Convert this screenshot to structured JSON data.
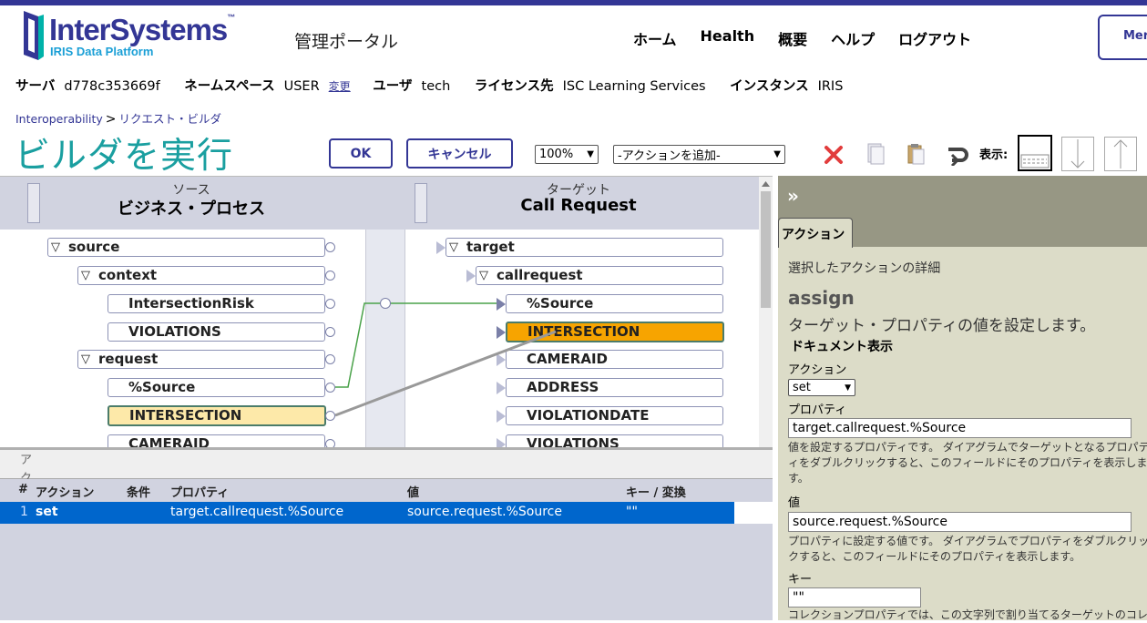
{
  "header": {
    "logo_title": "InterSystems",
    "logo_tm": "™",
    "logo_subtitle": "IRIS Data Platform",
    "portal_title": "管理ポータル",
    "nav": [
      "ホーム",
      "Health",
      "概要",
      "ヘルプ",
      "ログアウト"
    ],
    "menu_label": "Mer"
  },
  "info": {
    "server_label": "サーバ",
    "server": "d778c353669f",
    "namespace_label": "ネームスペース",
    "namespace": "USER",
    "change": "変更",
    "user_label": "ユーザ",
    "user": "tech",
    "license_label": "ライセンス先",
    "license": "ISC Learning Services",
    "instance_label": "インスタンス",
    "instance": "IRIS"
  },
  "breadcrumb": {
    "root": "Interoperability",
    "sep": ">",
    "current": "リクエスト・ビルダ"
  },
  "page_title": "ビルダを実行",
  "toolbar": {
    "ok": "OK",
    "cancel": "キャンセル",
    "zoom": "100%",
    "add_action": "-アクションを追加-",
    "view_label": "表示:"
  },
  "diagram": {
    "source": {
      "small": "ソース",
      "title": "ビジネス・プロセス"
    },
    "target": {
      "small": "ターゲット",
      "title": "Call Request"
    },
    "source_nodes": [
      "source",
      "context",
      "IntersectionRisk",
      "VIOLATIONS",
      "request",
      "%Source",
      "INTERSECTION",
      "CAMERAID"
    ],
    "target_nodes": [
      "target",
      "callrequest",
      "%Source",
      "INTERSECTION",
      "CAMERAID",
      "ADDRESS",
      "VIOLATIONDATE",
      "VIOLATIONS"
    ],
    "tri": "▽"
  },
  "grid": {
    "top_label": "アク",
    "headers": [
      "#",
      "アクション",
      "条件",
      "プロパティ",
      "値",
      "キー / 変換"
    ],
    "row": {
      "num": "1",
      "action": "set",
      "condition": "",
      "property": "target.callrequest.%Source",
      "value": "source.request.%Source",
      "key": "\"\""
    }
  },
  "panel": {
    "collapse": "»",
    "tab": "アクション",
    "subtitle": "選択したアクションの詳細",
    "action_name": "assign",
    "action_desc": "ターゲット・プロパティの値を設定します。",
    "doc_link": "ドキュメント表示",
    "action_label": "アクション",
    "action_value": "set",
    "property_label": "プロパティ",
    "property_value": "target.callrequest.%Source",
    "property_help": "値を設定するプロパティです。 ダイアグラムでターゲットとなるプロパティをダブルクリックすると、このフィールドにそのプロパティを表示します。",
    "value_label": "値",
    "value_value": "source.request.%Source",
    "value_help": "プロパティに設定する値です。 ダイアグラムでプロパティをダブルクリックすると、このフィールドにそのプロパティを表示します。",
    "key_label": "キー",
    "key_value": "\"\"",
    "key_help": "コレクションプロパティでは、この文字列で割り当てるターゲットのコレ"
  },
  "colors": {
    "brand": "#333695",
    "title": "#1a9fa0",
    "selected_row": "#0066cc",
    "selected_target": "#f7a400",
    "selected_source": "#fde9a9"
  }
}
